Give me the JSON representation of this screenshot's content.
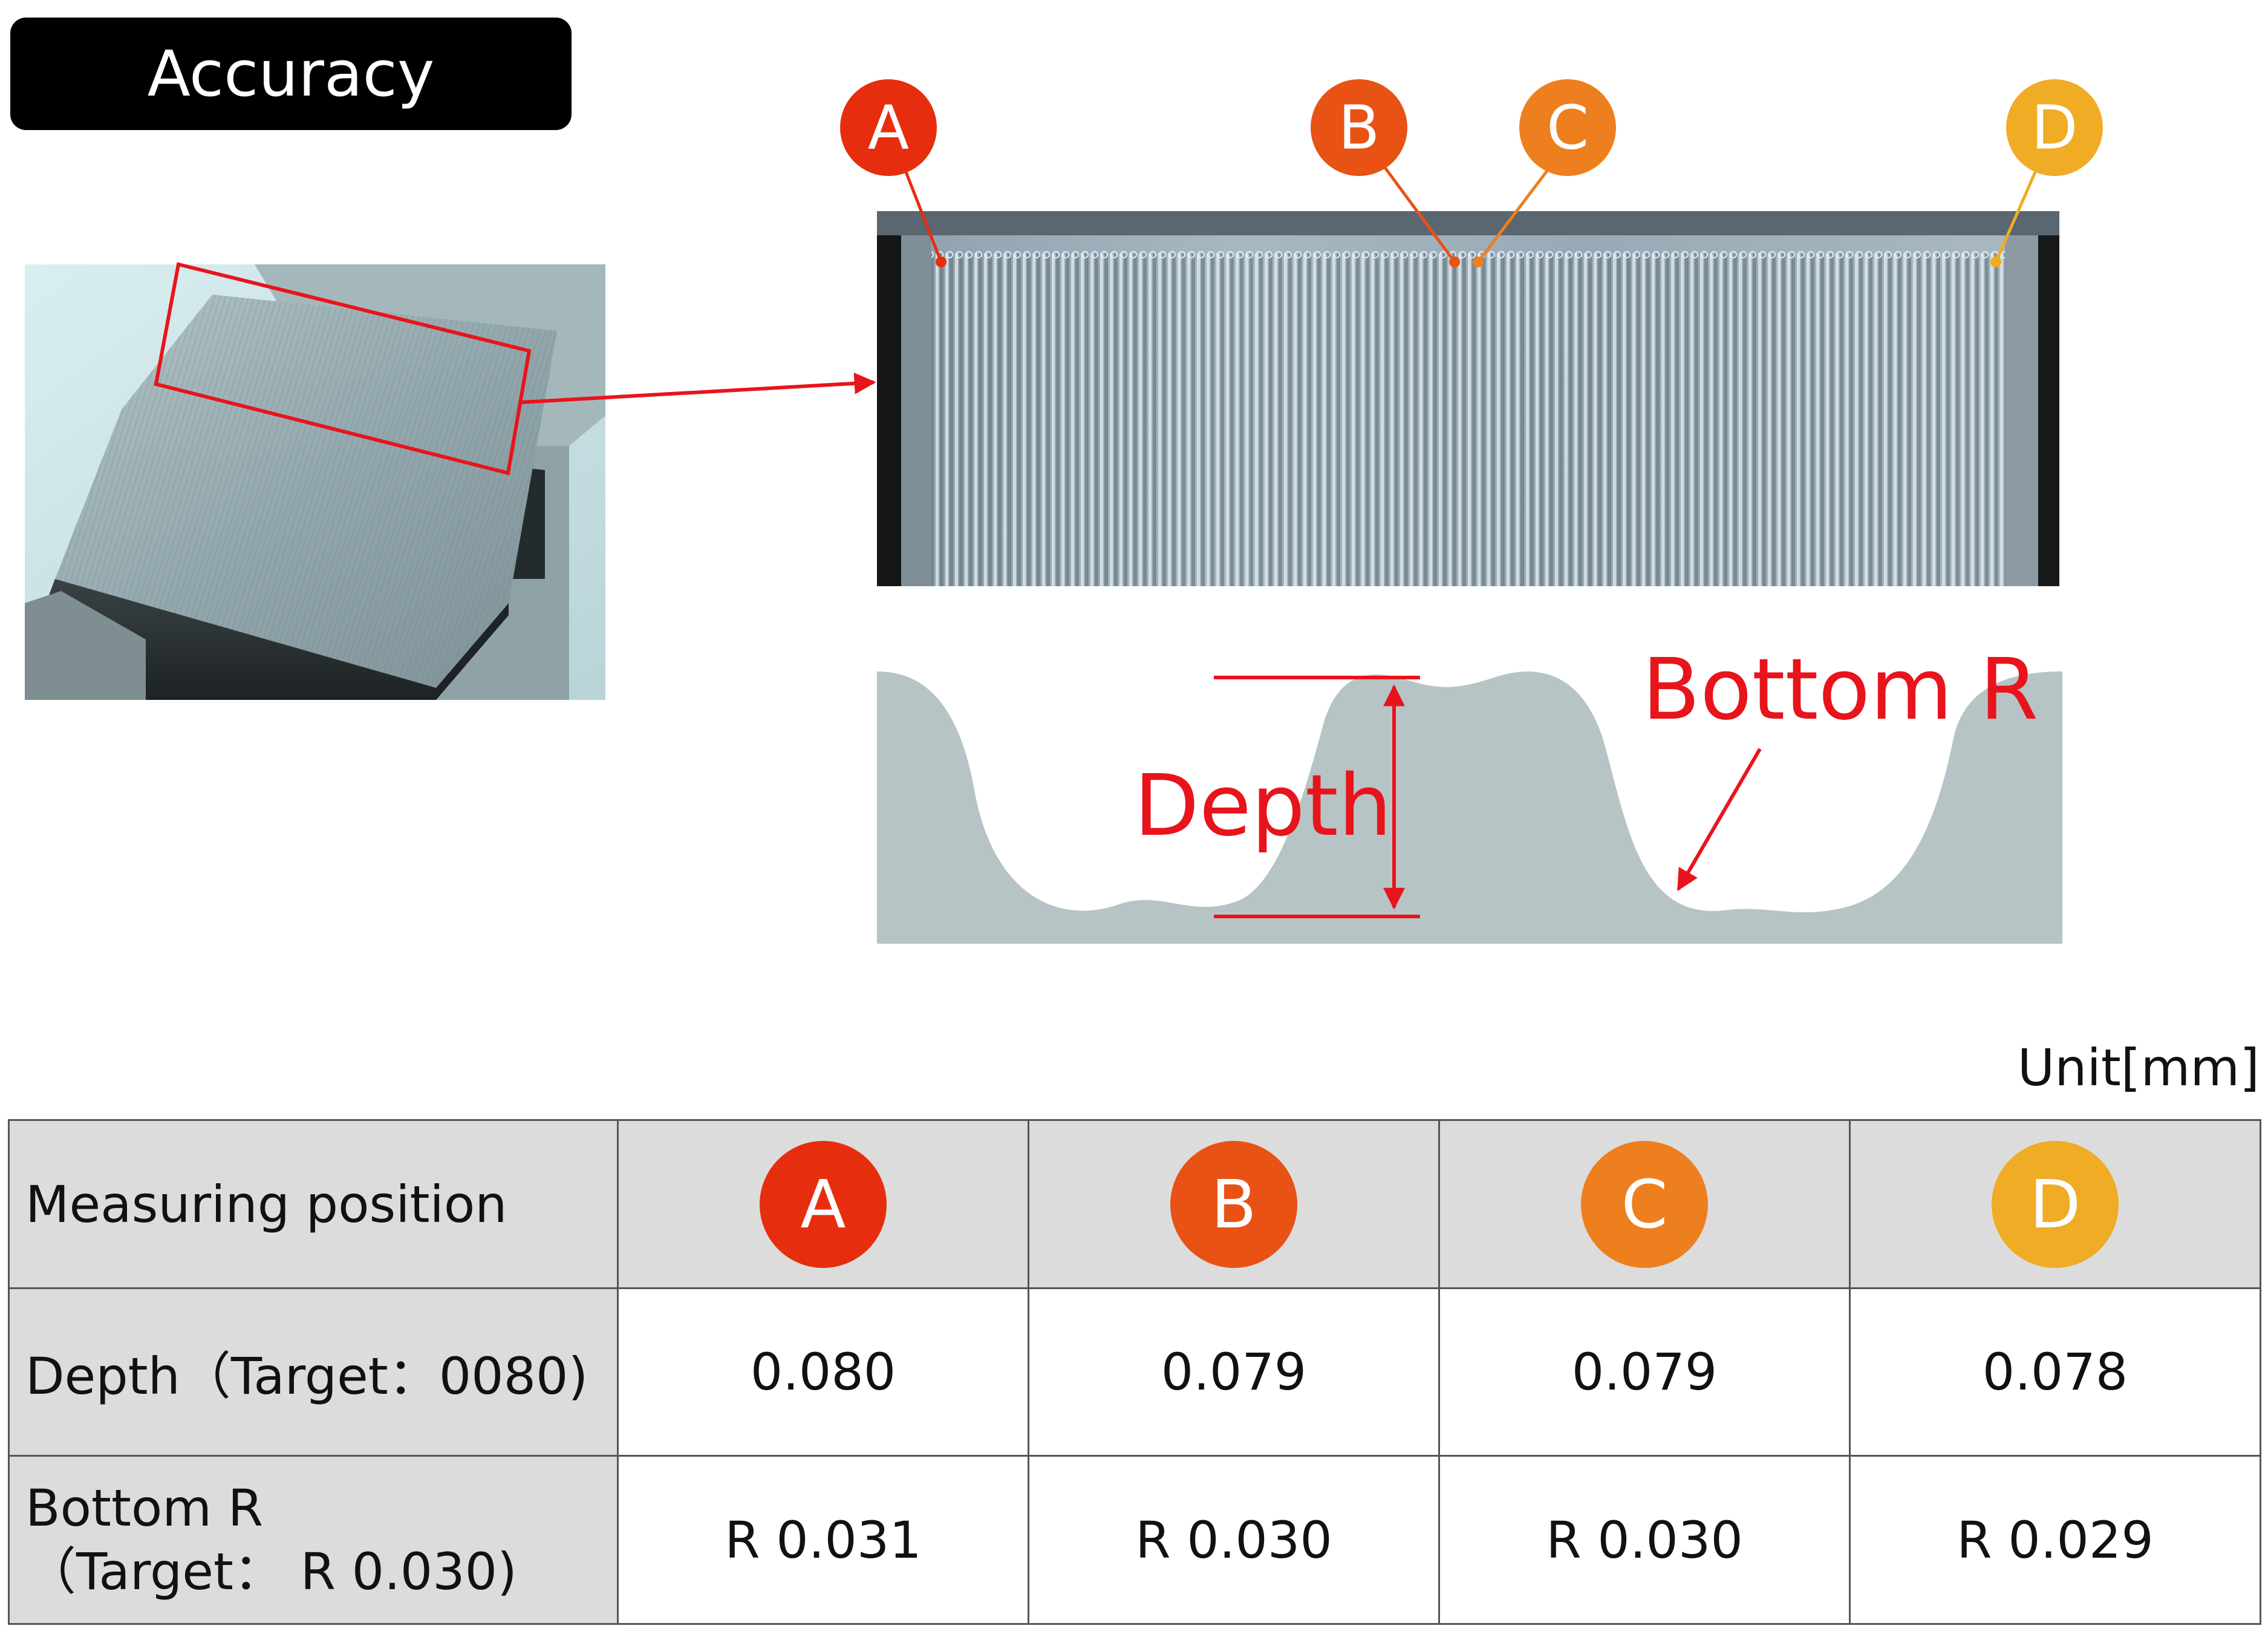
{
  "header": {
    "title": "Accuracy"
  },
  "markers": [
    {
      "letter": "A",
      "color": "#e62e0e"
    },
    {
      "letter": "B",
      "color": "#e85214"
    },
    {
      "letter": "C",
      "color": "#ee7f1e"
    },
    {
      "letter": "D",
      "color": "#efac24"
    }
  ],
  "diagram": {
    "depth_label": "Depth",
    "bottom_r_label": "Bottom R",
    "profile_color": "#b7c4c6",
    "annotation_color": "#e8141c"
  },
  "table": {
    "unit": "Unit[mm]",
    "header": {
      "label": "Measuring position",
      "columns": [
        "A",
        "B",
        "C",
        "D"
      ]
    },
    "rows": [
      {
        "label": "Depth（Target：0080)",
        "values": [
          "0.080",
          "0.079",
          "0.079",
          "0.078"
        ]
      },
      {
        "label_line1": "Bottom R",
        "label_line2": "（Target： R 0.030)",
        "values": [
          "R 0.031",
          "R 0.030",
          "R 0.030",
          "R 0.029"
        ]
      }
    ]
  }
}
